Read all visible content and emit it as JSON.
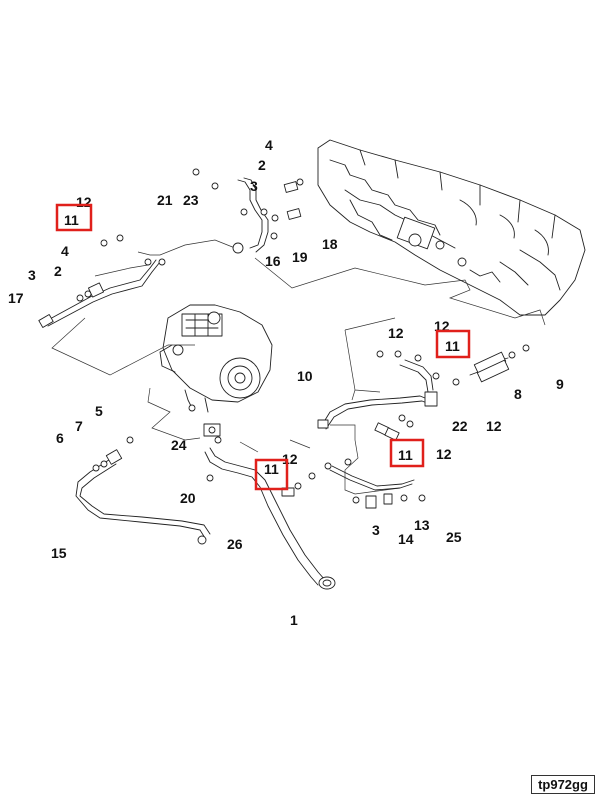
{
  "figure_code": "tp972gg",
  "highlight_color": "#e0201b",
  "callouts": [
    "12",
    "11",
    "4",
    "3",
    "2",
    "17",
    "21",
    "23",
    "2",
    "3",
    "4",
    "16",
    "19",
    "18",
    "12",
    "11",
    "12",
    "5",
    "7",
    "6",
    "15",
    "9",
    "8",
    "10",
    "22",
    "12",
    "11",
    "12",
    "24",
    "12",
    "11",
    "20",
    "26",
    "1",
    "3",
    "14",
    "13",
    "25"
  ],
  "highlighted": [
    "11",
    "11",
    "11",
    "11"
  ]
}
